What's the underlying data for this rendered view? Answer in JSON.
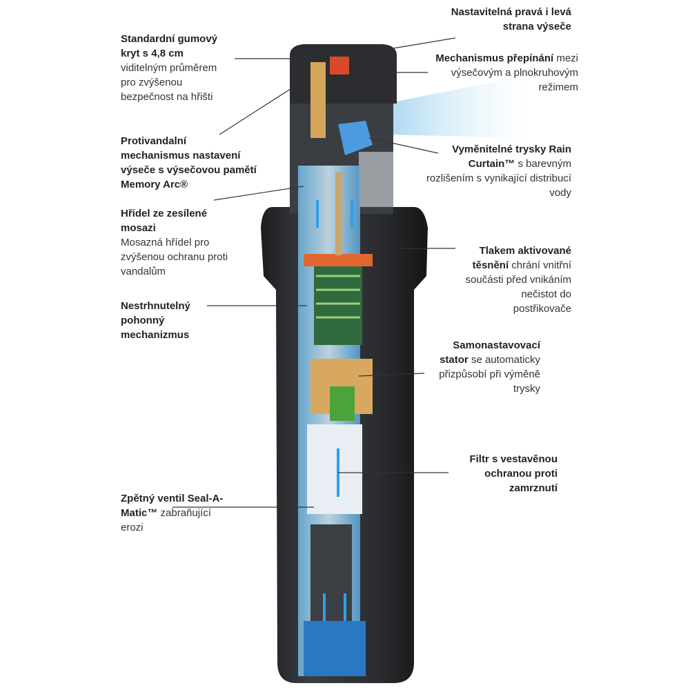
{
  "labels": {
    "rubber_cover": {
      "lines": [
        {
          "b": "Standardní gumový",
          "n": ""
        },
        {
          "b": "kryt s 4,8 cm",
          "n": ""
        },
        {
          "b": "",
          "n": "viditelným průměrem"
        },
        {
          "b": "",
          "n": "pro zvýšenou"
        },
        {
          "b": "",
          "n": "bezpečnost na hřišti"
        }
      ]
    },
    "antivandal_arc": {
      "lines": [
        {
          "b": "Protivandalní",
          "n": ""
        },
        {
          "b": "mechanismus nastavení",
          "n": ""
        },
        {
          "b": "výseče s výsečovou pamětí",
          "n": ""
        },
        {
          "b": "Memory Arc®",
          "n": ""
        }
      ]
    },
    "brass_shaft": {
      "lines": [
        {
          "b": "Hřídel ze zesílené",
          "n": ""
        },
        {
          "b": "mosazi",
          "n": ""
        },
        {
          "b": "",
          "n": "Mosazná hřídel pro"
        },
        {
          "b": "",
          "n": "zvýšenou ochranu proti"
        },
        {
          "b": "",
          "n": "vandalům"
        }
      ]
    },
    "drive": {
      "lines": [
        {
          "b": "Nestrhnutelný",
          "n": ""
        },
        {
          "b": "pohonný",
          "n": ""
        },
        {
          "b": "mechanizmus",
          "n": ""
        }
      ]
    },
    "check_valve": {
      "lines": [
        {
          "b": "Zpětný ventil Seal-A-",
          "n": ""
        },
        {
          "b": "Matic™",
          "n": " zabraňující"
        },
        {
          "b": "",
          "n": "erozi"
        }
      ]
    },
    "arc_sides": {
      "lines": [
        {
          "b": "Nastavitelná pravá i levá",
          "n": ""
        },
        {
          "b": "strana výseče",
          "n": ""
        }
      ]
    },
    "switch": {
      "lines": [
        {
          "b": "Mechanismus přepínání",
          "n": " mezi"
        },
        {
          "b": "",
          "n": "výsečovým a plnokruhovým"
        },
        {
          "b": "",
          "n": "režimem"
        }
      ]
    },
    "nozzles": {
      "lines": [
        {
          "b": "Vyměnitelné trysky Rain",
          "n": ""
        },
        {
          "b": "Curtain™",
          "n": " s barevným"
        },
        {
          "b": "",
          "n": "rozlišením s vynikající distribucí"
        },
        {
          "b": "",
          "n": "vody"
        }
      ]
    },
    "seal": {
      "lines": [
        {
          "b": "Tlakem aktivované",
          "n": ""
        },
        {
          "b": "těsnění",
          "n": " chrání vnitřní"
        },
        {
          "b": "",
          "n": "součásti před vnikáním"
        },
        {
          "b": "",
          "n": "nečistot do"
        },
        {
          "b": "",
          "n": "postřikovače"
        }
      ]
    },
    "stator": {
      "lines": [
        {
          "b": "Samonastavovací",
          "n": ""
        },
        {
          "b": "stator",
          "n": " se automaticky"
        },
        {
          "b": "",
          "n": "přizpůsobí při výměně"
        },
        {
          "b": "",
          "n": "trysky"
        }
      ]
    },
    "filter": {
      "lines": [
        {
          "b": "Filtr s vestavěnou",
          "n": ""
        },
        {
          "b": "ochranou proti",
          "n": ""
        },
        {
          "b": "zamrznutí",
          "n": ""
        }
      ]
    }
  },
  "colors": {
    "body": "#2a2c2f",
    "water": "#4aa8e0",
    "leader": "#333333"
  }
}
